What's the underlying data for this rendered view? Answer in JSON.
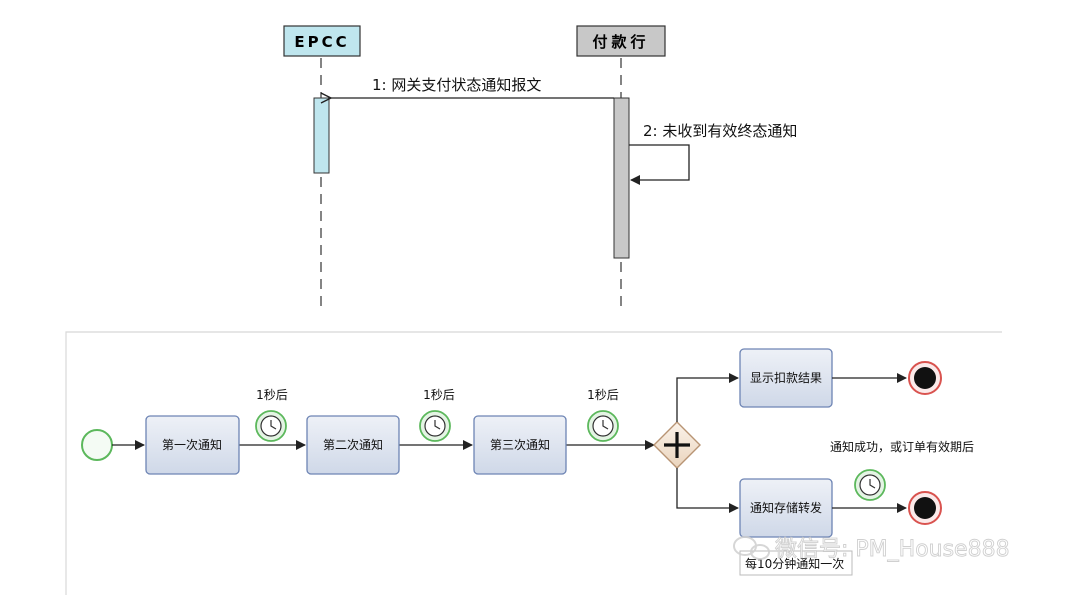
{
  "sequence": {
    "participants": [
      {
        "label": "EPCC",
        "color": "#bfe6ee"
      },
      {
        "label": "付款行",
        "color": "#c8c8c8"
      }
    ],
    "messages": [
      {
        "text": "1: 网关支付状态通知报文"
      },
      {
        "text": "2: 未收到有效终态通知"
      }
    ]
  },
  "process": {
    "tasks": [
      {
        "label": "第一次通知"
      },
      {
        "label": "第二次通知"
      },
      {
        "label": "第三次通知"
      },
      {
        "label": "显示扣款结果"
      },
      {
        "label": "通知存储转发"
      }
    ],
    "timers": [
      {
        "label": "1秒后"
      },
      {
        "label": "1秒后"
      },
      {
        "label": "1秒后"
      }
    ],
    "condition_text": "通知成功，或订单有效期后",
    "note_text": "每10分钟通知一次",
    "watermark": "微信号: PM_House888",
    "colors": {
      "task_fill": "#dfe5ef",
      "task_stroke": "#6d84b4",
      "start_event": "#5cb85c",
      "end_event": "#d9534f",
      "gateway_fill": "#f4e6d8",
      "gateway_stroke": "#c0a080"
    }
  }
}
